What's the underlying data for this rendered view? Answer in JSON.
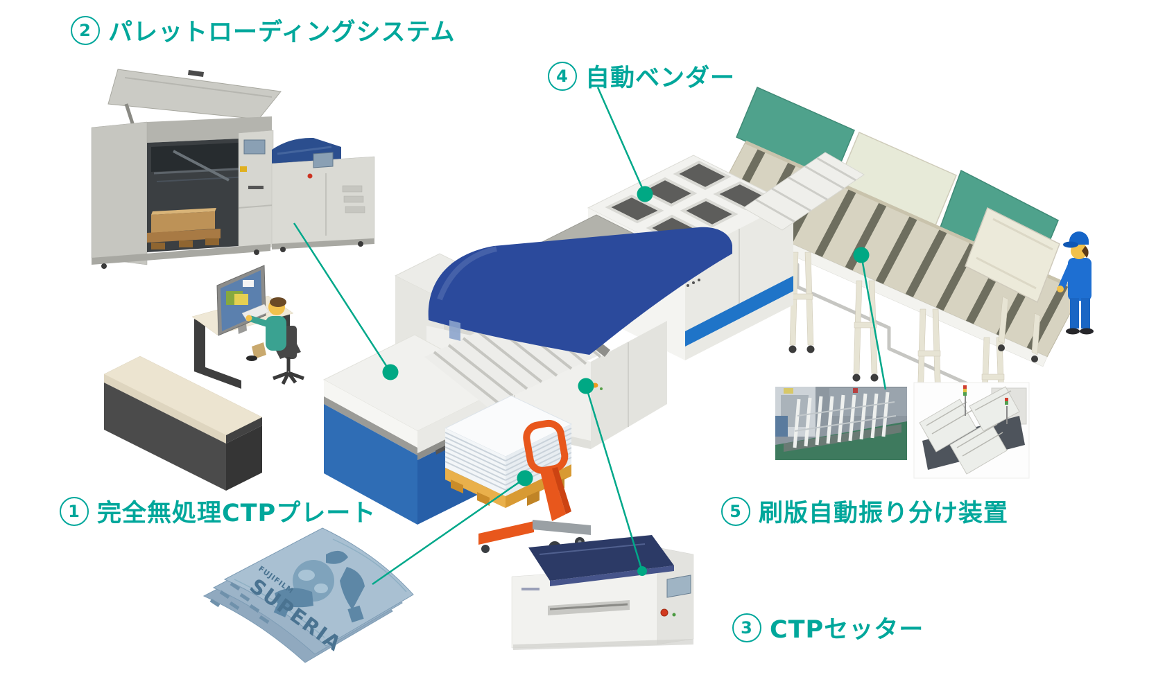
{
  "labels": {
    "l1": {
      "number": "1",
      "text": "完全無処理CTPプレート"
    },
    "l2": {
      "number": "2",
      "text": "パレットローディングシステム"
    },
    "l3": {
      "number": "3",
      "text": "CTPセッター"
    },
    "l4": {
      "number": "4",
      "text": "自動ベンダー"
    },
    "l5": {
      "number": "5",
      "text": "刷版自動振り分け装置"
    }
  },
  "plates": {
    "brand_small": "FUJIFILM",
    "brand_large": "SUPERIA"
  },
  "colors": {
    "accent_text": "#00a79b",
    "accent_line": "#00a88a",
    "accent_dot": "#00a884",
    "machine_blue": "#2f6db5",
    "canopy_navy": "#2b4a9c",
    "stripe_blue": "#1f74c8",
    "panel_green": "#4fa28c",
    "worker_blue": "#1e6fd2",
    "pallet_wood": "#e9b04b",
    "jack_orange": "#e8571c",
    "plate_sheet_blue": "#a9c0d2",
    "photo_floor_green": "#3e7a5e",
    "setter_lid_navy": "#2c3a66"
  }
}
